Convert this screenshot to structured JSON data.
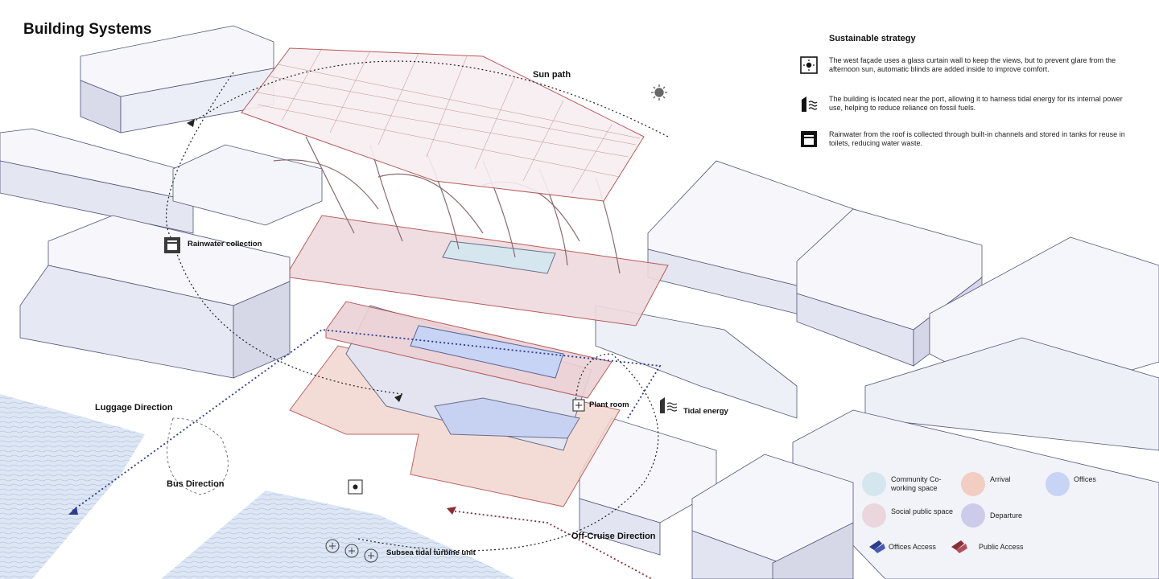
{
  "title": "Building Systems",
  "strategy": {
    "heading": "Sustainable strategy",
    "items": [
      {
        "icon": "solar-blind-icon",
        "text": "The west façade uses a glass curtain wall to keep the views, but to prevent glare from the afternoon sun, automatic blinds are added inside to improve comfort."
      },
      {
        "icon": "tidal-energy-icon",
        "text": "The building is located near the port, allowing it to harness tidal energy for its internal power use, helping to reduce reliance on fossil fuels."
      },
      {
        "icon": "rainwater-tank-icon",
        "text": "Rainwater from the roof is collected through built-in channels and stored in tanks for reuse in toilets, reducing water waste."
      }
    ]
  },
  "labels": {
    "sun_path": "Sun path",
    "rainwater_collection": "Rainwater collection",
    "plant_room": "Plant room",
    "tidal_energy": "Tidal energy",
    "luggage_direction": "Luggage Direction",
    "bus_direction": "Bus Direction",
    "off_cruise_direction": "Off-Cruise Direction",
    "subsea_tidal_turbine_unit": "Subsea tidal turbine unit"
  },
  "legend": {
    "community": "Community Co-working space",
    "arrival": "Arrival",
    "offices": "Offices",
    "social": "Social public space",
    "departure": "Departure",
    "offices_access": "Offices Access",
    "public_access": "Public Access"
  },
  "colors": {
    "community": "#d5e6ee",
    "arrival": "#f1cdc2",
    "offices": "#c8d4f6",
    "social": "#ead6dc",
    "departure": "#ccccea",
    "offices_access": "#2c3c8c",
    "public_access": "#8a2e36",
    "water": "#dde6f4",
    "building": "#eef0f8"
  }
}
